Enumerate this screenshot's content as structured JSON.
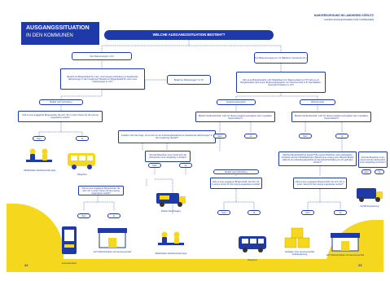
{
  "header": {
    "title": "AUSGANGSSITUATION",
    "subtitle": "IN DEN KOMMUNEN",
    "question": "WELCHE AUSGANGSSITUATION BESTEHT?",
    "org_line1": "NAHVERSORGUNG IM LANDKREIS GÖRLITZ",
    "org_line2": "HANDLUNGSLEITFADEN FÜR KOMMUNEN"
  },
  "nodes": {
    "kein_nahversorger": "Kein Nahversorger im Ort",
    "nur_basis": "Nur Basisversorgung im Ort (Bäckerei, Fleischerei etc.)",
    "besteht_bedarf": "Besteht ein Bürgerbedarf für mehr, neue bessere Anbindung an bestehende Nahversorger in der Umgebung? Besteht ein Bürgerbedarf für mehr neue Nahversorger im Ort?",
    "bedarf_nahversorger": "Bedarf an Nahversorger* im Ort",
    "gibt_es_ein": "Gibt es an Bürgerbedarfs mehr Möglichkeit zum Warenverkauf im Ort? Gibt es ein Bürgerbedarfs nach einem Ergänzungsangebot zum Wochenmarkt (z.B. Spezialitäten, regionale Produkte) im Ort?",
    "bedarfs_anbindung": "Bedarf nach Anbindung",
    "ergaenzungsangebot": "Ergänzungsangebot",
    "wochenmarkt": "Wochenmarkt",
    "engagierte_buerger": "Gibt es eine engagierte Bürgerschaft, die sich z.B. in einem Verein für die Lösung organisieren würde?",
    "kritik": "Inwiefern sich die Frage, ob es sich um ein Anbindungsbedürfnis an bestehende Nahversorger* in der Umgebung handelt?",
    "besteht_bereitschaft1": "Besteht die Bereitschaft, mehr für dieses Angebot auszugeben als in regulären Supermärkten?",
    "besteht_bereitschaft2": "Besteht die Bereitschaft, mehr für dieses Angebot auszugeben als in regulären Supermärkten?",
    "sind_bewohner1": "Sind die Bewohner innen bereit sich als Verbraucher innen langfristig zu binden?",
    "sind_bewohner2": "Sind die Bewohner innen bereit sich als Verbraucher innen langfristig zu binden?",
    "welches_buerger": "Welches Bürgerbedürfnis besteht? Bei seinen Bedürfnis nach gebündelten Produkten können Mobilitätsbroker (Behelf) eine Lösung sein. Besteht Bedarf sollte für ein Anbindungsbedürfnis an die Aufrechterhaltung im Ort gefördert werden?",
    "bedarfs_anbindung2": "Bedarf nach Anbindung",
    "engagierte_buerger2": "Gibt es eine engagierte Bürgerschaft, die sich z.B. in einem Verein für die Lösung organisieren würde?",
    "engagierte_buerger3": "Gibt es eine engagierte Bürgerschaft, die sich z.B. in einem Verein für die Lösung organisieren würde?",
    "engagierte_buerger4": "Gibt es eine engagierte Bürgerschaft, die sich z.B. in einem Verein für die Lösung organisieren würde?"
  },
  "answers": {
    "nein": "Nein",
    "ja": "Ja"
  },
  "outcomes": {
    "mitfahrbank": "Mitfahrbänke Nachbarschafts-Apps",
    "buergerbus": "Bürgerbus",
    "mobiler_fleischerei": "Mobiler Fleischwagen",
    "automatenlaeden": "Automatenläden",
    "tag247": "24/7 Markt Dorfladen mit Genossenschaft",
    "mitfahrbank2": "Mitfahrbänke Nachbarschafts-Apps",
    "buergerbus2": "Bürgerbus",
    "dorfladen_ohne": "Dorfladen ohne Genossenschaft Selbstbedienung",
    "tag247b": "24/7 Markt Dorfladen mit Genossenschaft",
    "schnellfinanzierung": "Schafft Finanzierung"
  },
  "footer": {
    "page_left": "22",
    "page_right": "23"
  },
  "colors": {
    "navy": "#1f3aa8",
    "yellow": "#f5d81e",
    "white": "#ffffff"
  }
}
